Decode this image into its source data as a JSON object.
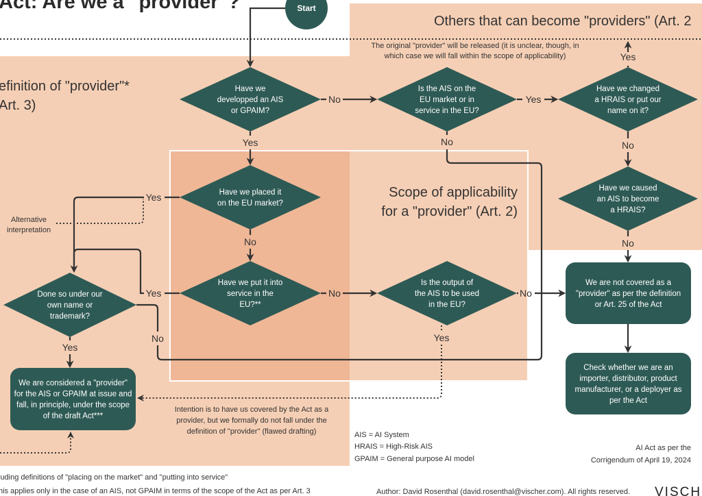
{
  "title": "Act: Are we a \"provider\"?",
  "colors": {
    "node": "#2e5a55",
    "region": "#f5cfb5",
    "scope_region": "#efb796",
    "line": "#333333"
  },
  "regions": {
    "definition": [
      "efinition of \"provider\"*",
      "Art. 3)"
    ],
    "others": "Others that can become \"providers\" (Art. 2",
    "scope": [
      "Scope of applicability",
      "for a  \"provider\" (Art. 2)"
    ]
  },
  "start": "Start",
  "nodes": {
    "developed": [
      "Have we",
      "developped an AIS",
      "or GPAIM?"
    ],
    "on_market": [
      "Is the AIS on the",
      "EU market or in",
      "service in the EU?"
    ],
    "changed": [
      "Have we changed",
      "a HRAIS or put our",
      "name on it?"
    ],
    "placed": [
      "Have we placed it",
      "on the EU market?"
    ],
    "caused": [
      "Have we caused",
      "an AIS to become",
      "a HRAIS?"
    ],
    "service": [
      "Have we put it into",
      "service in the",
      "EU?**"
    ],
    "output": [
      "Is the output of",
      "the AIS to be used",
      "in the EU?"
    ],
    "own_name": [
      "Done so under our",
      "own name or",
      "trademark?"
    ],
    "not_covered": [
      "We are not covered as a",
      "\"provider\" as per the definition",
      "or Art. 25 of the Act"
    ],
    "check": [
      "Check whether we are an",
      "importer, distributor, product",
      "manufacturer, or a deployer as",
      "per the Act"
    ],
    "considered": [
      "We are considered a \"provider\"",
      "for the AIS or GPAIM at issue and",
      "fall, in principle, under the scope",
      "of the draft Act***"
    ]
  },
  "edges": {
    "yes": "Yes",
    "no": "No"
  },
  "notes": {
    "released": [
      "The original \"provider\" will be released (it is unclear, though, in",
      "which case we will fall within the scope of applicability)"
    ],
    "alternative": [
      "Alternative",
      "interpretation"
    ],
    "intention": [
      "Intention is to have us covered by the Act as a",
      "provider, but we formally do not fall under the",
      "definition of \"provider\" (flawed drafting)"
    ]
  },
  "legend": [
    "AIS = AI System",
    "HRAIS = High-Risk AIS",
    "GPAIM = General purpose AI model"
  ],
  "version": [
    "AI Act as per the",
    "Corrigendum of April 19, 2024"
  ],
  "footnotes": [
    "luding definitions of \"placing on the market\" and \"putting into service\"",
    "his applies only in the case of an AIS, not GPAIM in terms of the scope of the Act as per Art. 3"
  ],
  "author": "Author: David Rosenthal (david.rosenthal@vischer.com). All rights reserved.",
  "logo": "VISCHER"
}
